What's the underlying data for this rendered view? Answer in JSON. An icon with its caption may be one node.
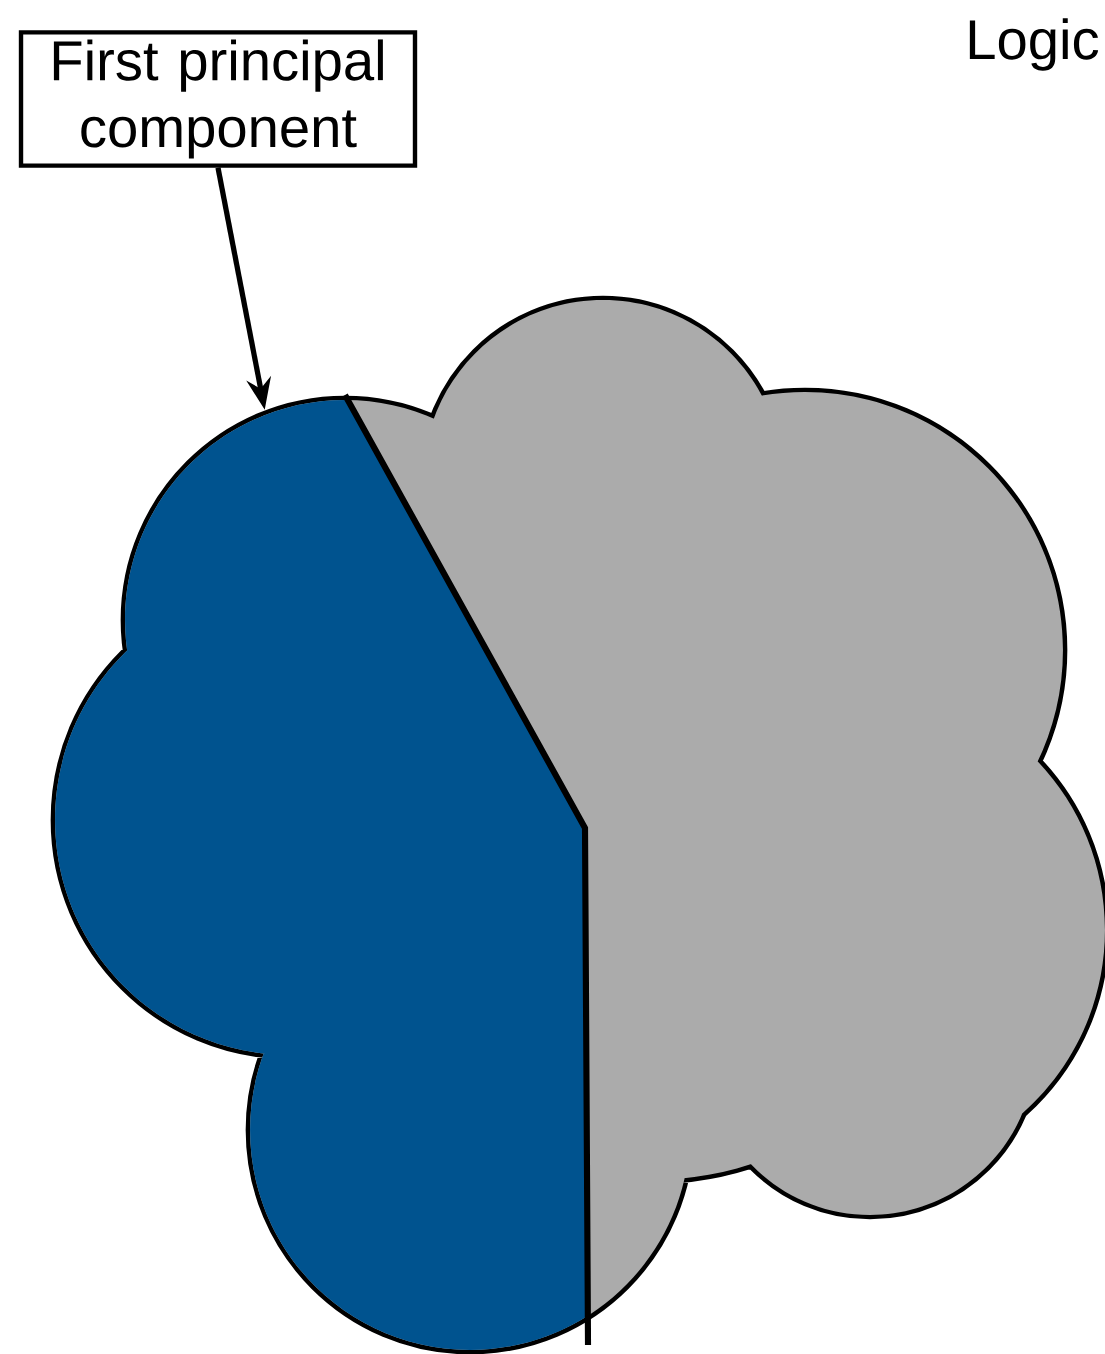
{
  "diagram": {
    "nodes": [
      {
        "text": [
          "First principal component"
        ]
      },
      {
        "text": [],
        "shape": "cloud"
      }
    ],
    "edges": [
      {
        "from": 0,
        "to": 1,
        "arrow": "to"
      }
    ],
    "labels": [
      "Logic"
    ]
  }
}
